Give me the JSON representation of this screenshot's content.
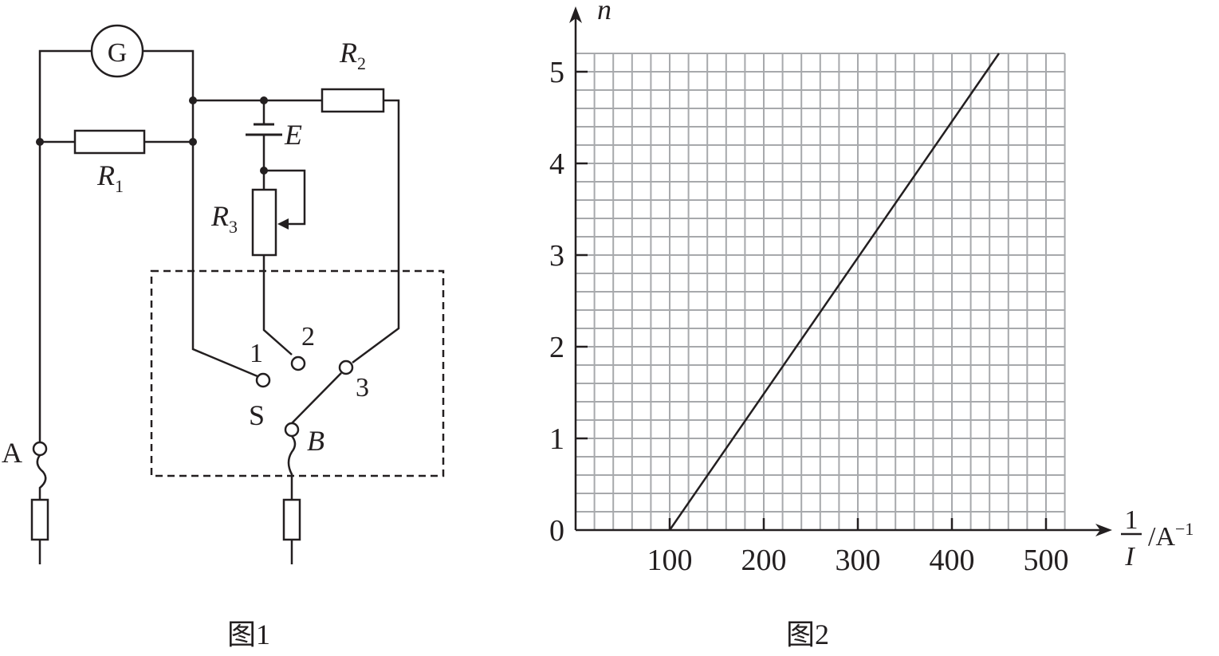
{
  "figure1": {
    "caption": "图1",
    "galvanometer": "G",
    "r1": {
      "main": "R",
      "sub": "1"
    },
    "r2": {
      "main": "R",
      "sub": "2"
    },
    "r3": {
      "main": "R",
      "sub": "3"
    },
    "battery": "E",
    "switch": "S",
    "terminal_a": "A",
    "terminal_b": "B",
    "contact_1": "1",
    "contact_2": "2",
    "contact_3": "3"
  },
  "figure2": {
    "caption": "图2",
    "chart_data": {
      "type": "line",
      "ylabel": "n",
      "xlabel_numerator": "1",
      "xlabel_denominator": "I",
      "xlabel_unit": "/A",
      "xlabel_unit_exp": "−1",
      "xlim": [
        0,
        520
      ],
      "ylim": [
        0,
        5.2
      ],
      "x_ticks": [
        "100",
        "200",
        "300",
        "400",
        "500"
      ],
      "y_ticks": [
        "0",
        "1",
        "2",
        "3",
        "4",
        "5"
      ],
      "grid": true,
      "series": [
        {
          "x": [
            100,
            450
          ],
          "y": [
            0,
            5.2
          ],
          "color": "#231f20"
        }
      ]
    }
  }
}
